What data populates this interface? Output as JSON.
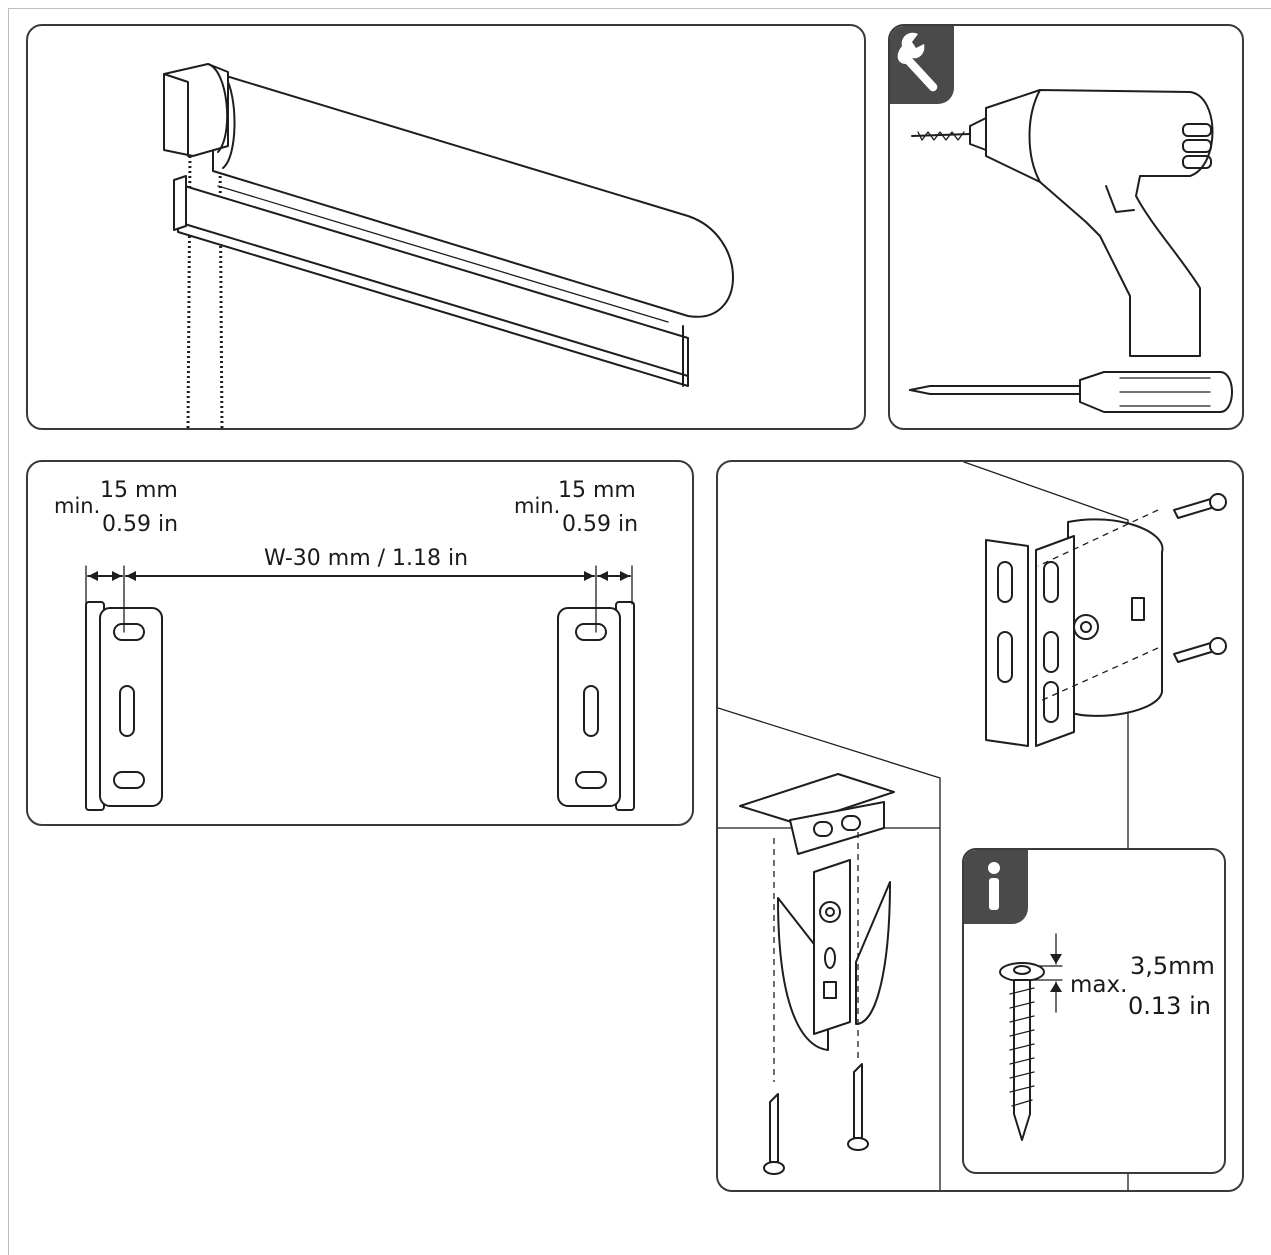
{
  "figure": {
    "panels": [
      {
        "id": "blind-overview",
        "content": "roller-blind-illustration"
      },
      {
        "id": "tools",
        "badge_icon": "wrench-icon",
        "tools": [
          "drill-icon",
          "screwdriver-icon"
        ]
      },
      {
        "id": "bracket-spacing"
      },
      {
        "id": "bracket-mounting",
        "badge_icon": "info-icon"
      }
    ],
    "spacing": {
      "left_prefix": "min.",
      "left_mm": "15 mm",
      "left_in": "0.59 in",
      "right_prefix": "min.",
      "right_mm": "15 mm",
      "right_in": "0.59 in",
      "width": "W-30 mm / 1.18 in"
    },
    "screw_info": {
      "prefix": "max.",
      "mm": "3,5mm",
      "in": "0.13 in"
    },
    "colors": {
      "badge": "#4a4a4a",
      "line": "#1e1e1e",
      "frame": "#3a3a3a"
    }
  }
}
